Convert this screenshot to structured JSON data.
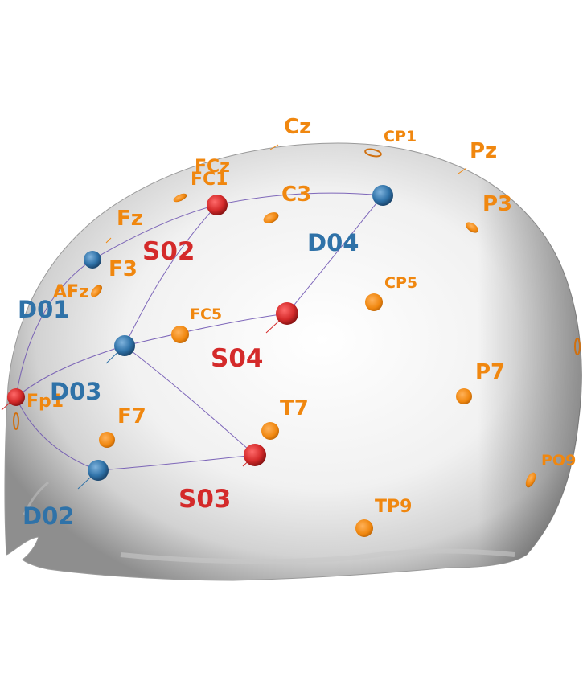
{
  "colors": {
    "source": "#d42a2a",
    "detector": "#2f72a8",
    "electrode": "#f0870f",
    "channel_line": "#6a4fb0"
  },
  "sources": [
    {
      "id": "S02",
      "label": "S02"
    },
    {
      "id": "S03",
      "label": "S03"
    },
    {
      "id": "S04",
      "label": "S04"
    },
    {
      "id": "Fp1_src",
      "label": ""
    }
  ],
  "detectors": [
    {
      "id": "D01",
      "label": "D01"
    },
    {
      "id": "D02",
      "label": "D02"
    },
    {
      "id": "D03",
      "label": "D03"
    },
    {
      "id": "D04",
      "label": "D04"
    }
  ],
  "electrodes": [
    {
      "id": "Cz",
      "label": "Cz"
    },
    {
      "id": "CP1",
      "label": "CP1"
    },
    {
      "id": "Pz",
      "label": "Pz"
    },
    {
      "id": "FCz",
      "label": "FCz"
    },
    {
      "id": "FC1",
      "label": "FC1"
    },
    {
      "id": "C3",
      "label": "C3"
    },
    {
      "id": "P3",
      "label": "P3"
    },
    {
      "id": "Fz",
      "label": "Fz"
    },
    {
      "id": "F3",
      "label": "F3"
    },
    {
      "id": "AFz",
      "label": "AFz"
    },
    {
      "id": "CP5",
      "label": "CP5"
    },
    {
      "id": "FC5",
      "label": "FC5"
    },
    {
      "id": "Fp1",
      "label": "Fp1"
    },
    {
      "id": "F7",
      "label": "F7"
    },
    {
      "id": "T7",
      "label": "T7"
    },
    {
      "id": "P7",
      "label": "P7"
    },
    {
      "id": "PO9",
      "label": "PO9"
    },
    {
      "id": "TP9",
      "label": "TP9"
    }
  ]
}
